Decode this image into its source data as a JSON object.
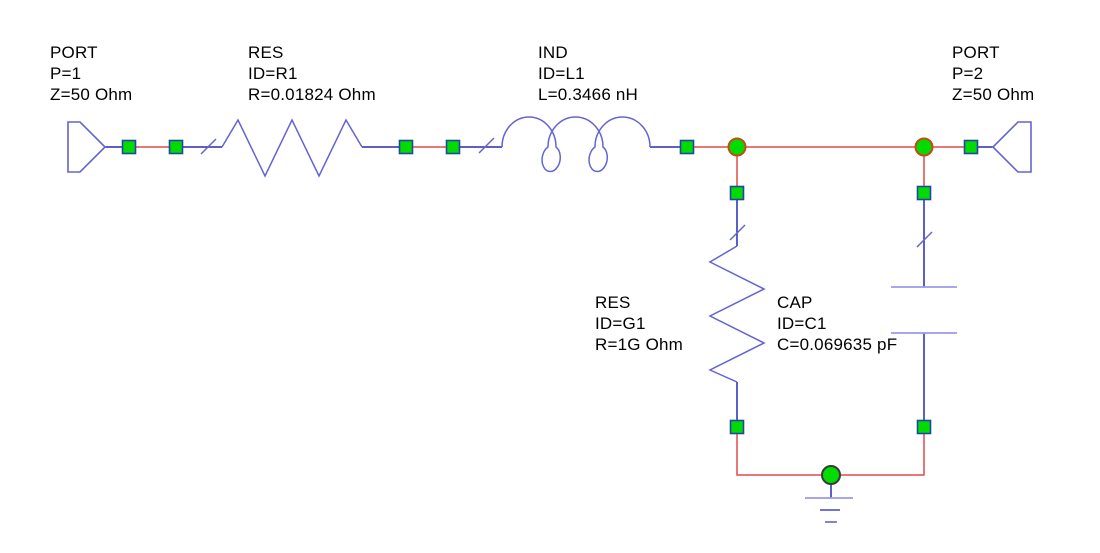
{
  "colors": {
    "wire_blue": "#2828b4",
    "wire_red": "#e04b4b",
    "component_blue": "#6464d2",
    "plate_blue": "#9a9aec",
    "ground_dark_blue": "#4343c0",
    "node_green": "#00dc00",
    "node_border": "#2244aa",
    "junction_ring_red": "#c64a16",
    "junction_ring_dark": "#3a3a3a",
    "text_color": "#000000",
    "canvas_bg": "#ffffff"
  },
  "components": {
    "port1": {
      "lines": [
        "PORT",
        "P=1",
        "Z=50 Ohm"
      ]
    },
    "r1": {
      "lines": [
        "RES",
        "ID=R1",
        "R=0.01824 Ohm"
      ]
    },
    "l1": {
      "lines": [
        "IND",
        "ID=L1",
        "L=0.3466 nH"
      ]
    },
    "port2": {
      "lines": [
        "PORT",
        "P=2",
        "Z=50 Ohm"
      ]
    },
    "g1": {
      "lines": [
        "RES",
        "ID=G1",
        "R=1G Ohm"
      ]
    },
    "c1": {
      "lines": [
        "CAP",
        "ID=C1",
        "C=0.069635 pF"
      ]
    }
  }
}
